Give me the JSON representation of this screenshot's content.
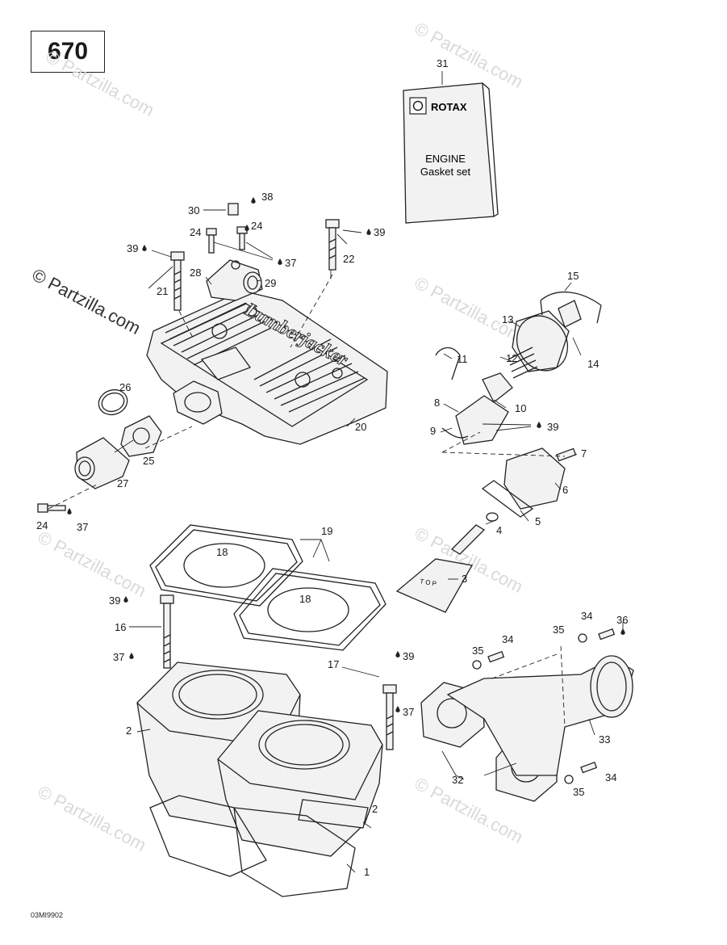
{
  "diagram_code": "670",
  "doc_ref": "03MI9902",
  "watermark": "© Partzilla.com",
  "gasket_kit": {
    "brand": "ROTAX",
    "line1": "ENGINE",
    "line2": "Gasket set"
  },
  "head_cast_text": "Lumberjacker",
  "part_numbers": {
    "p1": "1",
    "p2a": "2",
    "p2b": "2",
    "p3": "3",
    "p4": "4",
    "p5": "5",
    "p6": "6",
    "p7": "7",
    "p8": "8",
    "p9": "9",
    "p10": "10",
    "p11": "11",
    "p12": "12",
    "p13": "13",
    "p14": "14",
    "p15": "15",
    "p16": "16",
    "p17": "17",
    "p18a": "18",
    "p18b": "18",
    "p19": "19",
    "p20": "20",
    "p21": "21",
    "p22": "22",
    "p24a": "24",
    "p24b": "24",
    "p24c": "24",
    "p25": "25",
    "p26": "26",
    "p27": "27",
    "p28": "28",
    "p29": "29",
    "p30": "30",
    "p31": "31",
    "p32": "32",
    "p33": "33",
    "p34a": "34",
    "p34b": "34",
    "p34c": "34",
    "p35a": "35",
    "p35b": "35",
    "p35c": "35",
    "p36": "36",
    "p37a": "37",
    "p37b": "37",
    "p37c": "37",
    "p37d": "37",
    "p38": "38",
    "p39a": "39",
    "p39b": "39",
    "p39c": "39",
    "p39d": "39",
    "p39e": "39"
  }
}
